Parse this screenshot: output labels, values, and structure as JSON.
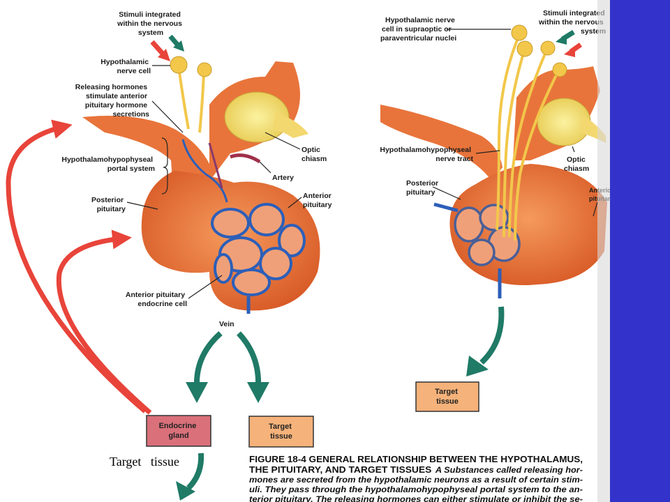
{
  "colors": {
    "accent_blue": "#3333cc",
    "red_arrow": "#e8443a",
    "green_arrow": "#1f7a66",
    "pituitary": "#e8743b",
    "vessel_blue": "#2d5fb8",
    "nerve_yellow": "#f2c74a",
    "endocrine_box": "#d9707a",
    "target_box": "#f5b27a"
  },
  "left_diagram": {
    "labels": {
      "stimuli": [
        "Stimuli integrated",
        "within the nervous",
        "system"
      ],
      "hypothalamic_cell": [
        "Hypothalamic",
        "nerve cell"
      ],
      "releasing": [
        "Releasing hormones",
        "stimulate anterior",
        "pituitary hormone",
        "secretions"
      ],
      "portal": [
        "Hypothalamohypophyseal",
        "portal system"
      ],
      "posterior": [
        "Posterior",
        "pituitary"
      ],
      "optic": [
        "Optic",
        "chiasm"
      ],
      "artery": "Artery",
      "anterior": [
        "Anterior",
        "pituitary"
      ],
      "endocrine_cell": [
        "Anterior pituitary",
        "endocrine cell"
      ],
      "vein": "Vein"
    },
    "boxes": {
      "endocrine": [
        "Endocrine",
        "gland"
      ],
      "target": [
        "Target",
        "tissue"
      ]
    }
  },
  "right_diagram": {
    "labels": {
      "nerve_cell": [
        "Hypothalamic nerve",
        "cell in supraoptic or",
        "paraventricular nuclei"
      ],
      "stimuli": [
        "Stimuli integrated",
        "within the nervous",
        "system"
      ],
      "tract": [
        "Hypothalamohypophyseal",
        "nerve tract"
      ],
      "posterior": [
        "Posterior",
        "pituitary"
      ],
      "optic": [
        "Optic",
        "chiasm"
      ],
      "anterior": [
        "Anterior",
        "pituitary"
      ]
    },
    "boxes": {
      "target": [
        "Target",
        "tissue"
      ]
    }
  },
  "caption": {
    "heading": [
      "FIGURE 18-4 GENERAL RELATIONSHIP BETWEEN THE HYPOTHALAMUS,",
      "THE PITUITARY, AND TARGET TISSUES"
    ],
    "body": [
      "A Substances called releasing hor-",
      "mones are secreted from the hypothalamic neurons as a result of certain stim-",
      "uli. They pass through the hypothalamohypophyseal portal system to the an-",
      "terior pituitary. The releasing hormones can either stimulate or inhibit the se-"
    ]
  },
  "overlay_text": "Target   tissue"
}
